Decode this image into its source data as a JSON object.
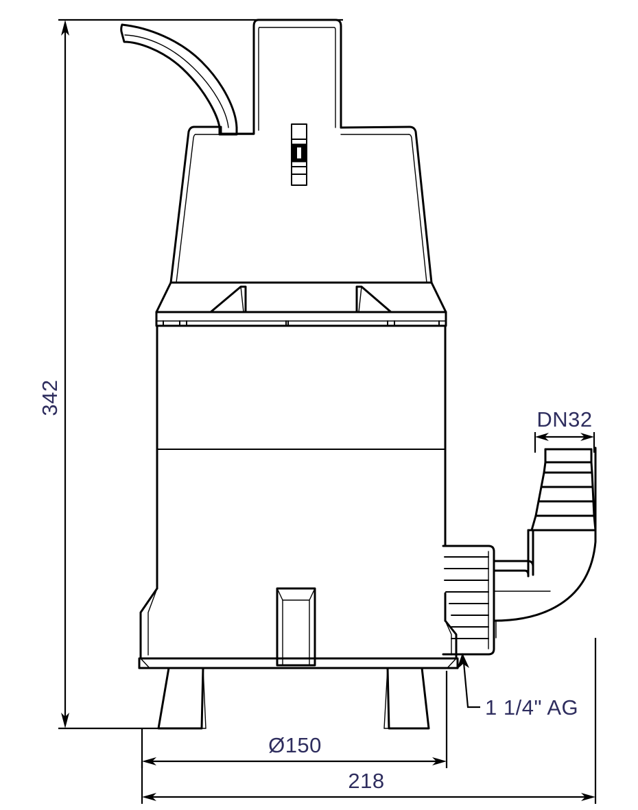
{
  "drawing": {
    "title": "Submersible pump dimensional drawing",
    "units": "mm",
    "line_color": "#000000",
    "dimension_text_color": "#2e2d5e",
    "background_color": "#ffffff"
  },
  "dimensions": {
    "overall_height": {
      "label": "342",
      "orientation": "vertical",
      "position": "left",
      "unit": "mm"
    },
    "body_diameter": {
      "label": "Ø150",
      "orientation": "horizontal",
      "position": "bottom-inner",
      "unit": "mm"
    },
    "overall_width": {
      "label": "218",
      "orientation": "horizontal",
      "position": "bottom-outer",
      "unit": "mm"
    },
    "hose_connector": {
      "label": "DN32",
      "orientation": "horizontal",
      "position": "top-right",
      "unit": "nominal diameter"
    }
  },
  "callouts": {
    "discharge_thread": {
      "label": "1 1/4\" AG",
      "leader": "points to threaded discharge collar"
    }
  },
  "components": {
    "power_cable": "power-cable",
    "carry_handle": "carry-handle",
    "motor_housing": "motor-housing",
    "flange": "flange-collar",
    "pump_body": "pump-body",
    "rating_label": "rating-label-slot",
    "intake_block": "intake-block",
    "base_plate": "base-plate",
    "feet": "support-feet",
    "discharge_collar": "threaded-discharge-collar",
    "elbow": "discharge-elbow",
    "hose_barb": "hose-barb-nozzle"
  }
}
